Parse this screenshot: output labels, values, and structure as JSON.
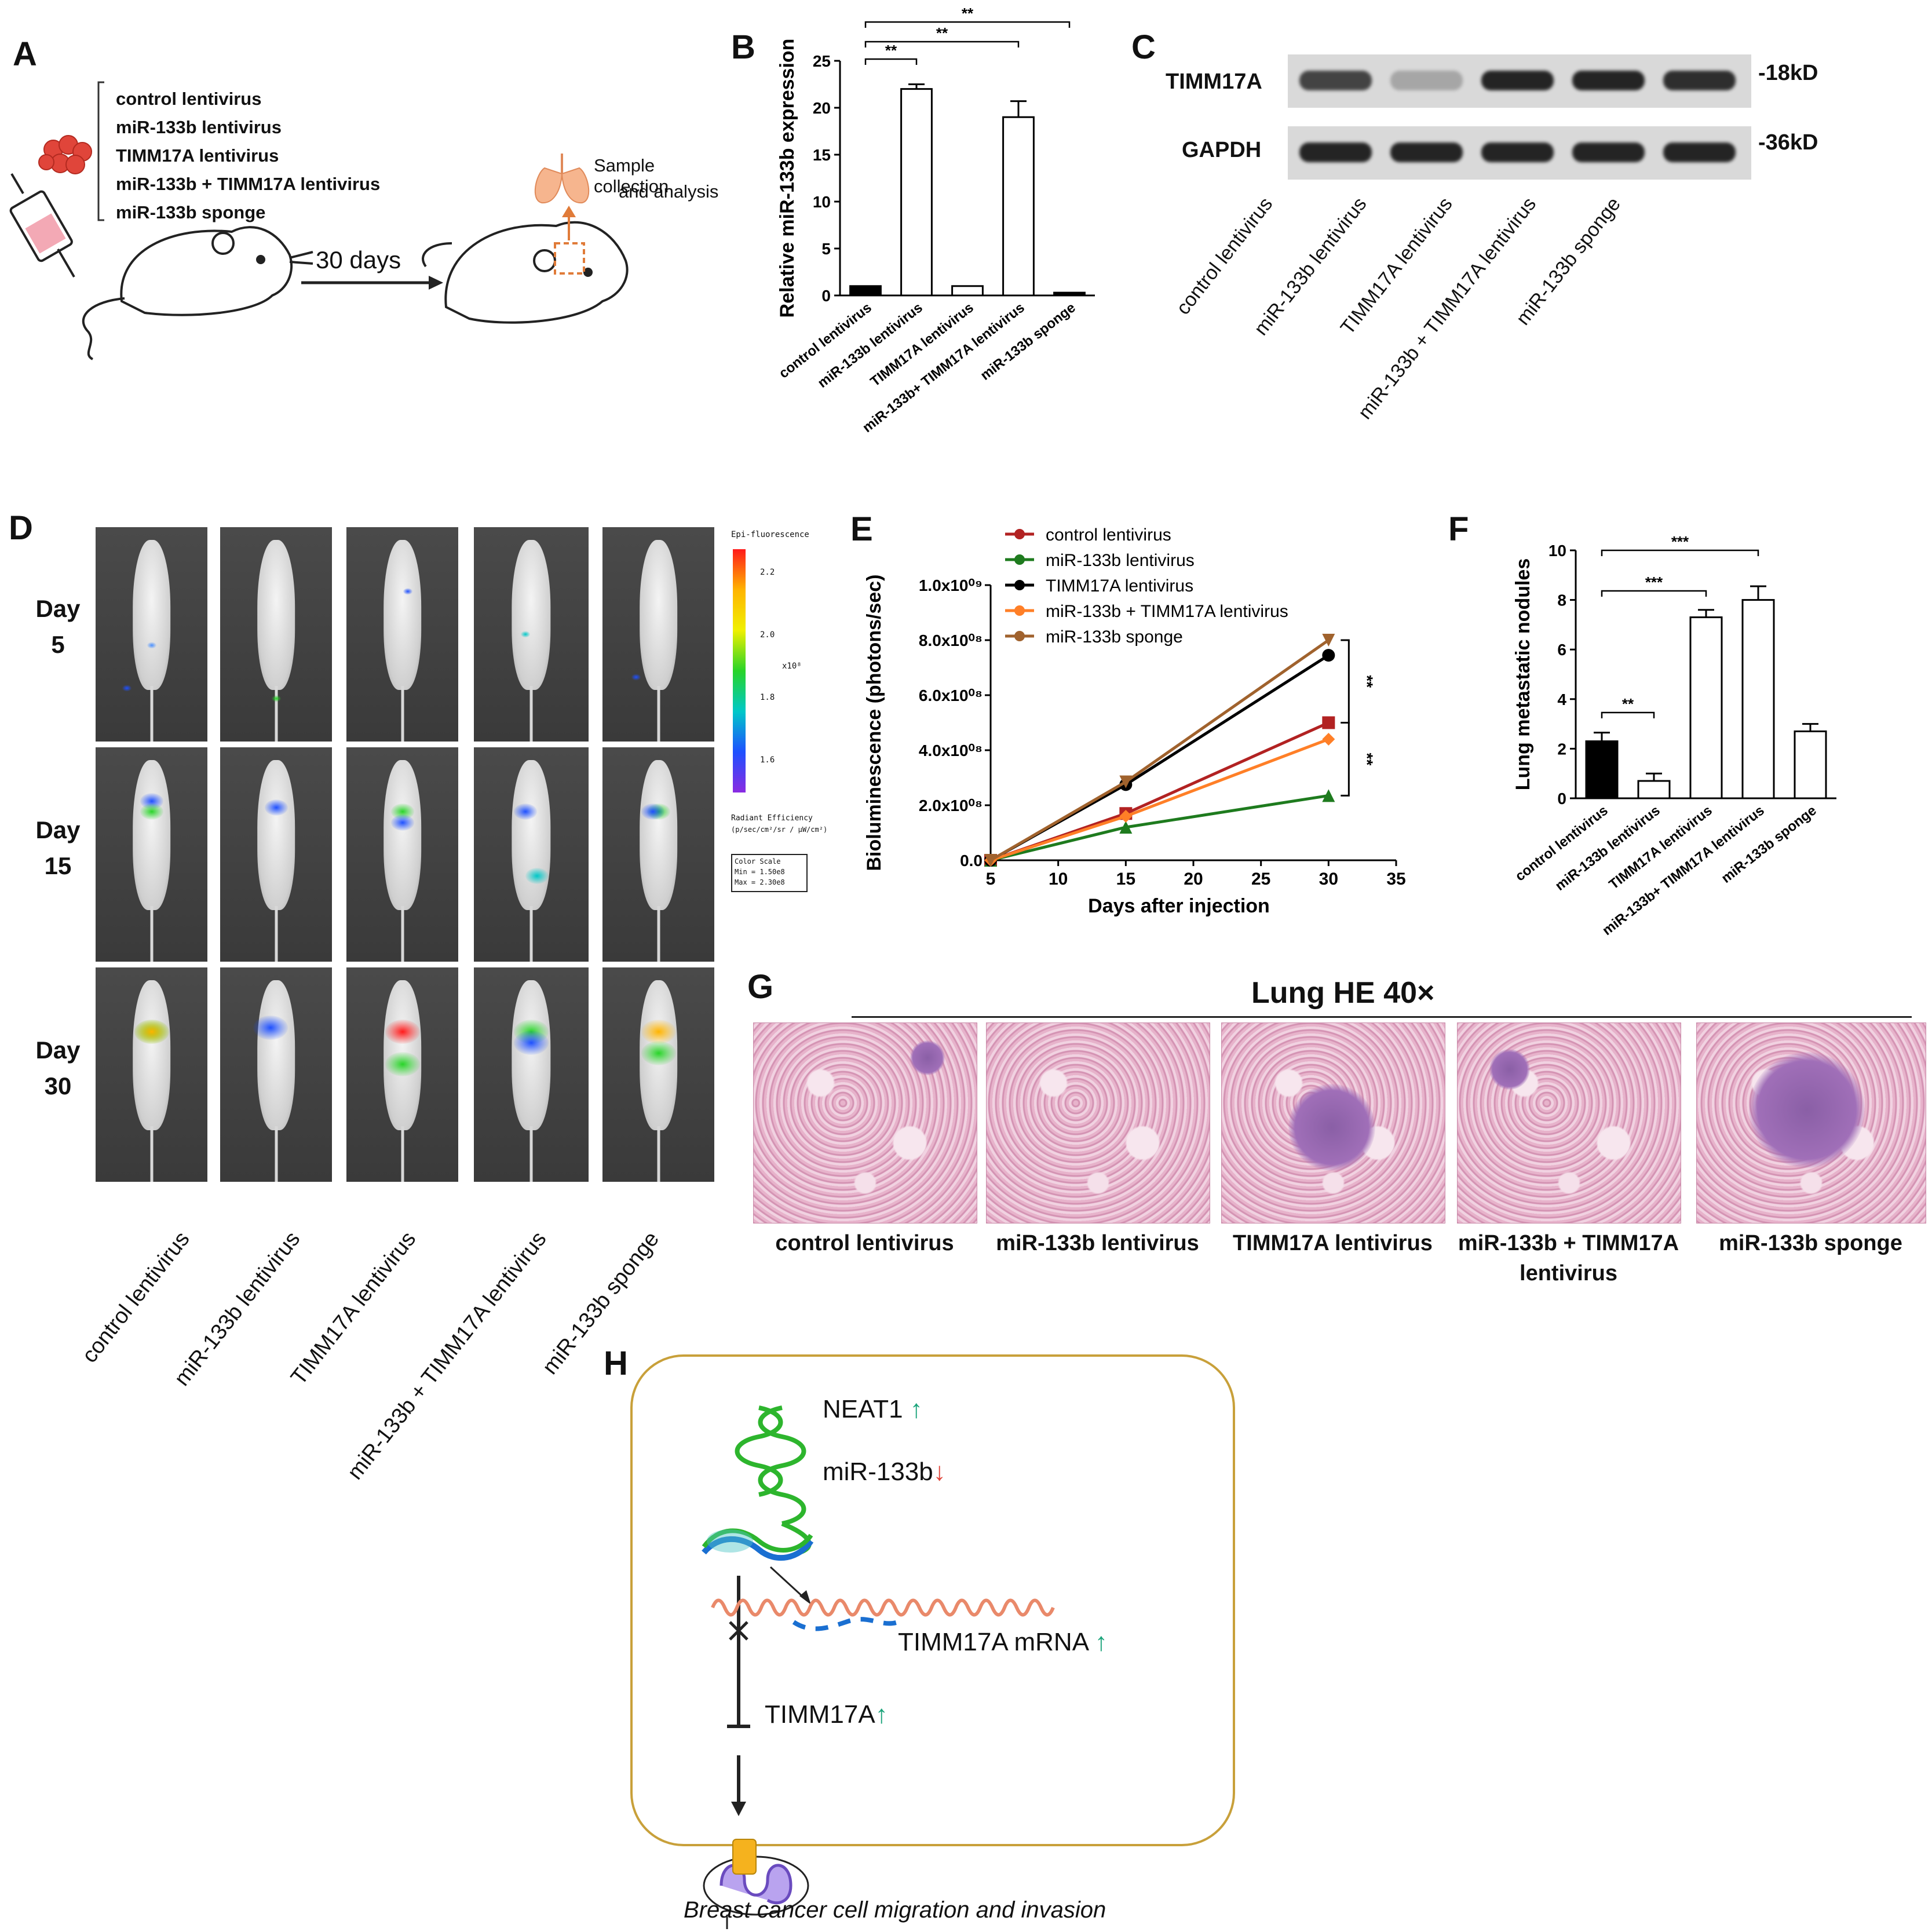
{
  "panel_labels": {
    "a": "A",
    "b": "B",
    "c": "C",
    "d": "D",
    "e": "E",
    "f": "F",
    "g": "G",
    "h": "H"
  },
  "groups": [
    "control lentivirus",
    "miR-133b lentivirus",
    "TIMM17A lentivirus",
    "miR-133b + TIMM17A lentivirus",
    "miR-133b sponge"
  ],
  "panelA": {
    "list": [
      "control  lentivirus",
      "miR-133b lentivirus",
      "TIMM17A lentivirus",
      "miR-133b + TIMM17A lentivirus",
      "miR-133b sponge"
    ],
    "duration": "30 days",
    "sample_text_1": "Sample collection",
    "sample_text_2": "and analysis"
  },
  "panelB": {
    "chart_data": {
      "type": "bar",
      "ylabel": "Relative miR-133b expression",
      "categories": [
        "control lentivirus",
        "miR-133b lentivirus",
        "TIMM17A lentivirus",
        "miR-133b+ TIMM17A lentivirus",
        "miR-133b sponge"
      ],
      "values": [
        1.0,
        22.0,
        1.0,
        19.0,
        0.3
      ],
      "errors": [
        0,
        0.5,
        0,
        1.7,
        0
      ],
      "fills": [
        "#000000",
        "#ffffff",
        "#ffffff",
        "#ffffff",
        "#000000"
      ],
      "ylim": [
        0,
        25
      ],
      "yticks": [
        "0",
        "5",
        "10",
        "15",
        "20",
        "25"
      ],
      "significance": [
        "**",
        "**",
        "**"
      ]
    }
  },
  "panelC": {
    "bands": [
      {
        "label": "TIMM17A",
        "size": "-18kD",
        "intensity": [
          0.75,
          0.25,
          0.9,
          0.9,
          0.85
        ]
      },
      {
        "label": "GAPDH",
        "size": "-36kD",
        "intensity": [
          0.9,
          0.9,
          0.9,
          0.9,
          0.9
        ]
      }
    ],
    "lanes": [
      "control  lentivirus",
      "miR-133b lentivirus",
      "TIMM17A lentivirus",
      "miR-133b + TIMM17A lentivirus",
      "miR-133b sponge"
    ]
  },
  "panelD": {
    "rows": [
      {
        "label1": "Day",
        "label2": "5"
      },
      {
        "label1": "Day",
        "label2": "15"
      },
      {
        "label1": "Day",
        "label2": "30"
      }
    ],
    "cols": [
      "control  lentivirus",
      "miR-133b lentivirus",
      "TIMM17A lentivirus",
      "miR-133b + TIMM17A lentivirus",
      "miR-133b sponge"
    ],
    "scale_title": "Epi-fluorescence",
    "scale_ticks": [
      "2.2",
      "2.0",
      "1.8",
      "1.6"
    ],
    "scale_unit": "x10⁸",
    "radiant_label": "Radiant Efficiency",
    "radiant_units": "(p/sec/cm²/sr / µW/cm²)",
    "colorscale_title": "Color Scale",
    "colorscale_min": "Min = 1.50e8",
    "colorscale_max": "Max = 2.30e8"
  },
  "panelE": {
    "chart_data": {
      "type": "line",
      "xlabel": "Days after injection",
      "ylabel": "Bioluminescence (photons/sec)",
      "x": [
        5,
        15,
        30
      ],
      "xlim": [
        5,
        35
      ],
      "xticks": [
        "5",
        "10",
        "15",
        "20",
        "25",
        "30",
        "35"
      ],
      "ylim": [
        0,
        1000000000
      ],
      "yticks": [
        "0.0",
        "2.0x10⁰⁸",
        "4.0x10⁰⁸",
        "6.0x10⁰⁸",
        "8.0x10⁰⁸",
        "1.0x10⁰⁹"
      ],
      "series": [
        {
          "name": "control lentivirus",
          "color": "#b22222",
          "marker": "square",
          "values": [
            0,
            170000000,
            500000000
          ]
        },
        {
          "name": "miR-133b lentivirus",
          "color": "#1e7b1e",
          "marker": "triangle",
          "values": [
            0,
            120000000,
            235000000
          ]
        },
        {
          "name": "TIMM17A lentivirus",
          "color": "#000000",
          "marker": "circle",
          "values": [
            0,
            275000000,
            745000000
          ]
        },
        {
          "name": "miR-133b + TIMM17A lentivirus",
          "color": "#ff7f27",
          "marker": "diamond",
          "values": [
            0,
            160000000,
            440000000
          ]
        },
        {
          "name": "miR-133b sponge",
          "color": "#a0622d",
          "marker": "tri-down",
          "values": [
            0,
            285000000,
            800000000
          ]
        }
      ],
      "significance": [
        "**",
        "**"
      ]
    }
  },
  "panelF": {
    "chart_data": {
      "type": "bar",
      "ylabel": "Lung metastatic nodules",
      "categories": [
        "control lentivirus",
        "miR-133b lentivirus",
        "TIMM17A lentivirus",
        "miR-133b+ TIMM17A lentivirus",
        "miR-133b sponge"
      ],
      "values": [
        2.3,
        0.7,
        7.3,
        8.0,
        2.7
      ],
      "errors": [
        0.35,
        0.3,
        0.3,
        0.55,
        0.3
      ],
      "fills": [
        "#000000",
        "#ffffff",
        "#ffffff",
        "#ffffff",
        "#ffffff"
      ],
      "ylim": [
        0,
        10
      ],
      "yticks": [
        "0",
        "2",
        "4",
        "6",
        "8",
        "10"
      ],
      "significance": [
        "**",
        "***",
        "***"
      ]
    }
  },
  "panelG": {
    "title": "Lung  HE   40×",
    "captions": [
      "control  lentivirus",
      "miR-133b lentivirus",
      "TIMM17A lentivirus",
      "miR-133b + TIMM17A lentivirus",
      "miR-133b sponge"
    ]
  },
  "panelH": {
    "neat1": "NEAT1",
    "mir": "miR-133b",
    "mrna": "TIMM17A  mRNA",
    "protein": "TIMM17A",
    "outcome": "Breast cancer cell migration and invasion",
    "up_arrow": "↑",
    "down_arrow": "↓",
    "up_color": "#1aa37a",
    "down_color": "#e0453a"
  }
}
